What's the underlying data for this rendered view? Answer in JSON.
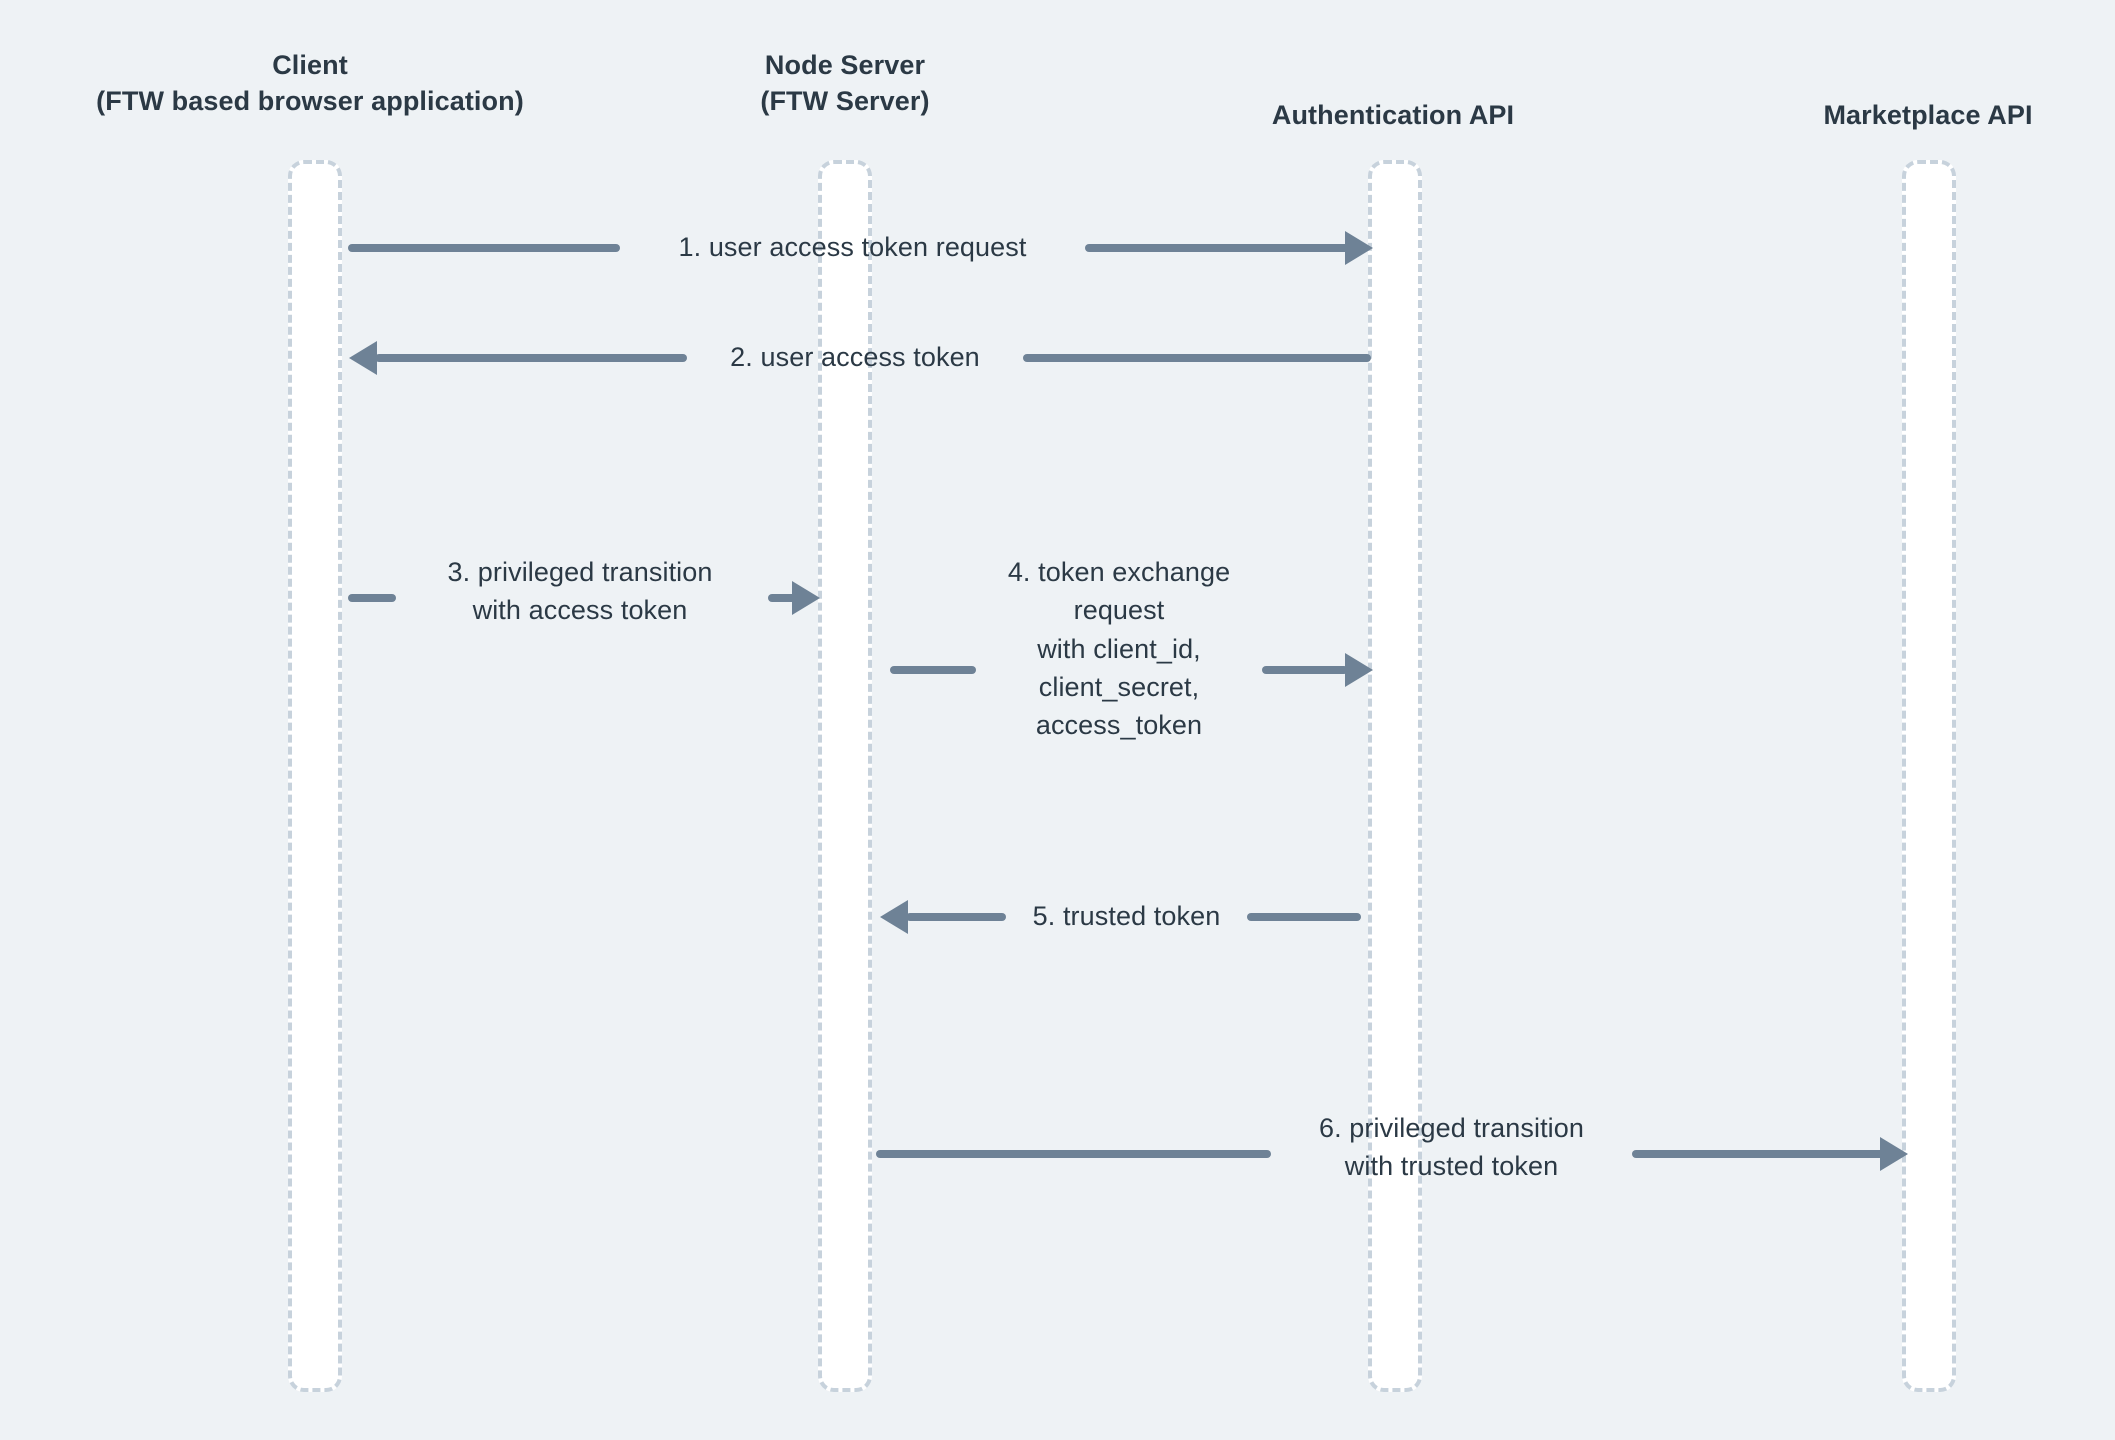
{
  "diagram": {
    "title": "Authentication sequence diagram",
    "type": "sequence-diagram",
    "background_color": "#eef2f5",
    "text_color": "#2b3945",
    "arrow_color": "#6e8296",
    "lifeline_fill": "#ffffff",
    "lifeline_border": "#c7d2dc"
  },
  "participants": [
    {
      "id": "client",
      "label": "Client\n(FTW based browser application)"
    },
    {
      "id": "node-server",
      "label": "Node Server\n(FTW Server)"
    },
    {
      "id": "auth-api",
      "label": "Authentication API"
    },
    {
      "id": "market-api",
      "label": "Marketplace API"
    }
  ],
  "messages": [
    {
      "number": "1",
      "label": "1. user access token request",
      "from": "client",
      "to": "auth-api",
      "direction": "right"
    },
    {
      "number": "2",
      "label": "2. user access token",
      "from": "auth-api",
      "to": "client",
      "direction": "left"
    },
    {
      "number": "3",
      "label": "3. privileged transition\nwith access token",
      "from": "client",
      "to": "node-server",
      "direction": "right"
    },
    {
      "number": "4",
      "label": "4. token exchange\nrequest\nwith client_id,\nclient_secret,\naccess_token",
      "from": "node-server",
      "to": "auth-api",
      "direction": "right"
    },
    {
      "number": "5",
      "label": "5. trusted token",
      "from": "auth-api",
      "to": "node-server",
      "direction": "left"
    },
    {
      "number": "6",
      "label": "6. privileged transition\nwith trusted token",
      "from": "node-server",
      "to": "market-api",
      "direction": "right"
    }
  ]
}
